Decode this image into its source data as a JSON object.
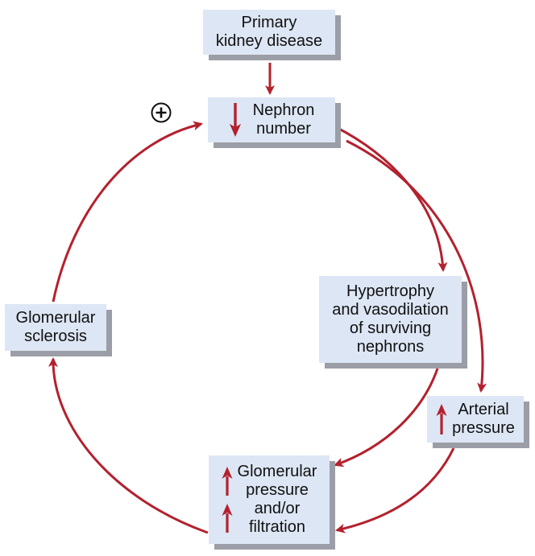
{
  "colors": {
    "arrow": "#b3212e",
    "box_fill": "#dde6f4",
    "box_shadow": "#9b9ea6"
  },
  "nodes": {
    "primary_disease": {
      "lines": [
        "Primary",
        "kidney disease"
      ]
    },
    "nephron_number": {
      "lines": [
        "Nephron",
        "number"
      ],
      "indicator": "decrease"
    },
    "hypertrophy": {
      "lines": [
        "Hypertrophy",
        "and vasodilation",
        "of surviving",
        "nephrons"
      ]
    },
    "arterial_pressure": {
      "lines": [
        "Arterial",
        "pressure"
      ],
      "indicator": "increase"
    },
    "glomerular_pressure": {
      "lines": [
        "Glomerular",
        "pressure",
        "and/or",
        "filtration"
      ],
      "indicator": "increase"
    },
    "glomerular_sclerosis": {
      "lines": [
        "Glomerular",
        "sclerosis"
      ]
    }
  },
  "feedback_sign": {
    "icon": "circled-plus-icon",
    "meaning": "positive feedback"
  }
}
